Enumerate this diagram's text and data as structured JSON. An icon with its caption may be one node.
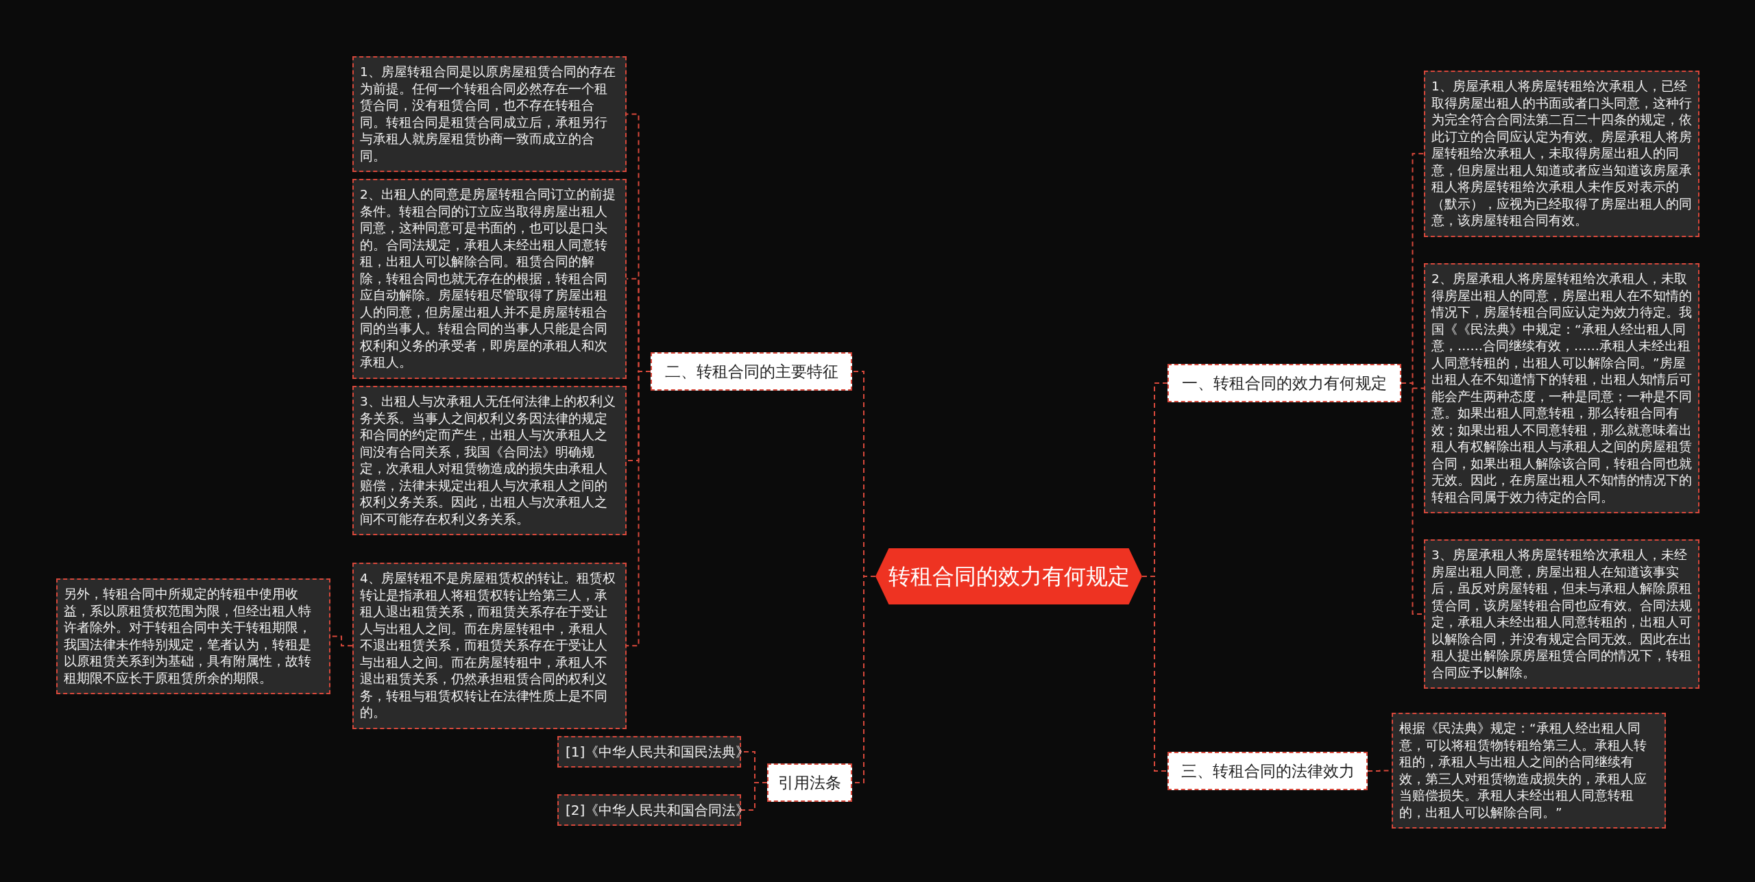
{
  "diagram": {
    "nodes": [
      {
        "text": [
          "转租合同的效力有何规定"
        ]
      },
      {
        "text": [
          "二、转租合同的主要特征"
        ]
      },
      {
        "text": [
          "1、房屋转租合同是以原房屋租赁合同的存在为前提。任何一个转租合同必然存在一个租赁合同，没有租赁合同，也不存在转租合同。转租合同是租赁合同成立后，承租另行与承租人就房屋租赁协商一致而成立的合同。"
        ]
      },
      {
        "text": [
          "2、出租人的同意是房屋转租合同订立的前提条件。转租合同的订立应当取得房屋出租人同意，这种同意可是书面的，也可以是口头的。合同法规定，承租人未经出租人同意转租，出租人可以解除合同。租赁合同的解除，转租合同也就无存在的根据，转租合同应自动解除。房屋转租尽管取得了房屋出租人的同意，但房屋出租人并不是房屋转租合同的当事人。转租合同的当事人只能是合同权利和义务的承受者，即房屋的承租人和次承租人。"
        ]
      },
      {
        "text": [
          "3、出租人与次承租人无任何法律上的权利义务关系。当事人之间权利义务因法律的规定和合同的约定而产生，出租人与次承租人之间没有合同关系，我国《合同法》明确规定，次承租人对租赁物造成的损失由承租人赔偿，法律未规定出租人与次承租人之间的权利义务关系。因此，出租人与次承租人之间不可能存在权利义务关系。"
        ]
      },
      {
        "text": [
          "4、房屋转租不是房屋租赁权的转让。租赁权转让是指承租人将租赁权转让给第三人，承租人退出租赁关系，而租赁关系存在于受让人与出租人之间。而在房屋转租中，承租人不退出租赁关系，而租赁关系存在于受让人与出租人之间。而在房屋转租中，承租人不退出租赁关系，仍然承担租赁合同的权利义务，转租与租赁权转让在法律性质上是不同的。"
        ]
      },
      {
        "text": [
          "另外，转租合同中所规定的转租中使用收益，系以原租赁权范围为限，但经出租人特许者除外。对于转租合同中关于转租期限，我国法律未作特别规定，笔者认为，转租是以原租赁关系到为基础，具有附属性，故转租期限不应长于原租赁所余的期限。"
        ]
      },
      {
        "text": [
          "引用法条"
        ]
      },
      {
        "text": [
          "[1]《中华人民共和国民法典》"
        ]
      },
      {
        "text": [
          "[2]《中华人民共和国合同法》"
        ]
      },
      {
        "text": [
          "一、转租合同的效力有何规定"
        ]
      },
      {
        "text": [
          "1、房屋承租人将房屋转租给次承租人，已经取得房屋出租人的书面或者口头同意，这种行为完全符合合同法第二百二十四条的规定，依此订立的合同应认定为有效。房屋承租人将房屋转租给次承租人，未取得房屋出租人的同意，但房屋出租人知道或者应当知道该房屋承租人将房屋转租给次承租人未作反对表示的（默示），应视为已经取得了房屋出租人的同意，该房屋转租合同有效。"
        ]
      },
      {
        "text": [
          "2、房屋承租人将房屋转租给次承租人，未取得房屋出租人的同意，房屋出租人在不知情的情况下，房屋转租合同应认定为效力待定。我国《《民法典》中规定：“承租人经出租人同意，……合同继续有效，……承租人未经出租人同意转租的，出租人可以解除合同。”房屋出租人在不知道情下的转租，出租人知情后可能会产生两种态度，一种是同意；一种是不同意。如果出租人同意转租，那么转租合同有效；如果出租人不同意转租，那么就意味着出租人有权解除出租人与承租人之间的房屋租赁合同，如果出租人解除该合同，转租合同也就无效。因此，在房屋出租人不知情的情况下的转租合同属于效力待定的合同。"
        ]
      },
      {
        "text": [
          "3、房屋承租人将房屋转租给次承租人，未经房屋出租人同意，房屋出租人在知道该事实后，虽反对房屋转租，但未与承租人解除原租赁合同，该房屋转租合同也应有效。合同法规定，承租人未经出租人同意转租的，出租人可以解除合同，并没有规定合同无效。因此在出租人提出解除原房屋租赁合同的情况下，转租合同应予以解除。"
        ]
      },
      {
        "text": [
          "三、转租合同的法律效力"
        ]
      },
      {
        "text": [
          "根据《民法典》规定：“承租人经出租人同意，可以将租赁物转租给第三人。承租人转租的，承租人与出租人之间的合同继续有效，第三人对租赁物造成损失的，承租人应当赔偿损失。承租人未经出租人同意转租的，出租人可以解除合同。”"
        ]
      }
    ],
    "edges": [
      {
        "from": 0,
        "to": 1,
        "arrow": "none"
      },
      {
        "from": 1,
        "to": 2,
        "arrow": "none"
      },
      {
        "from": 1,
        "to": 3,
        "arrow": "none"
      },
      {
        "from": 1,
        "to": 4,
        "arrow": "none"
      },
      {
        "from": 1,
        "to": 5,
        "arrow": "none"
      },
      {
        "from": 5,
        "to": 6,
        "arrow": "none"
      },
      {
        "from": 0,
        "to": 7,
        "arrow": "none"
      },
      {
        "from": 7,
        "to": 8,
        "arrow": "none"
      },
      {
        "from": 7,
        "to": 9,
        "arrow": "none"
      },
      {
        "from": 0,
        "to": 10,
        "arrow": "none"
      },
      {
        "from": 10,
        "to": 11,
        "arrow": "none"
      },
      {
        "from": 10,
        "to": 12,
        "arrow": "none"
      },
      {
        "from": 10,
        "to": 13,
        "arrow": "none"
      },
      {
        "from": 0,
        "to": 14,
        "arrow": "none"
      },
      {
        "from": 14,
        "to": 15,
        "arrow": "none"
      }
    ]
  }
}
